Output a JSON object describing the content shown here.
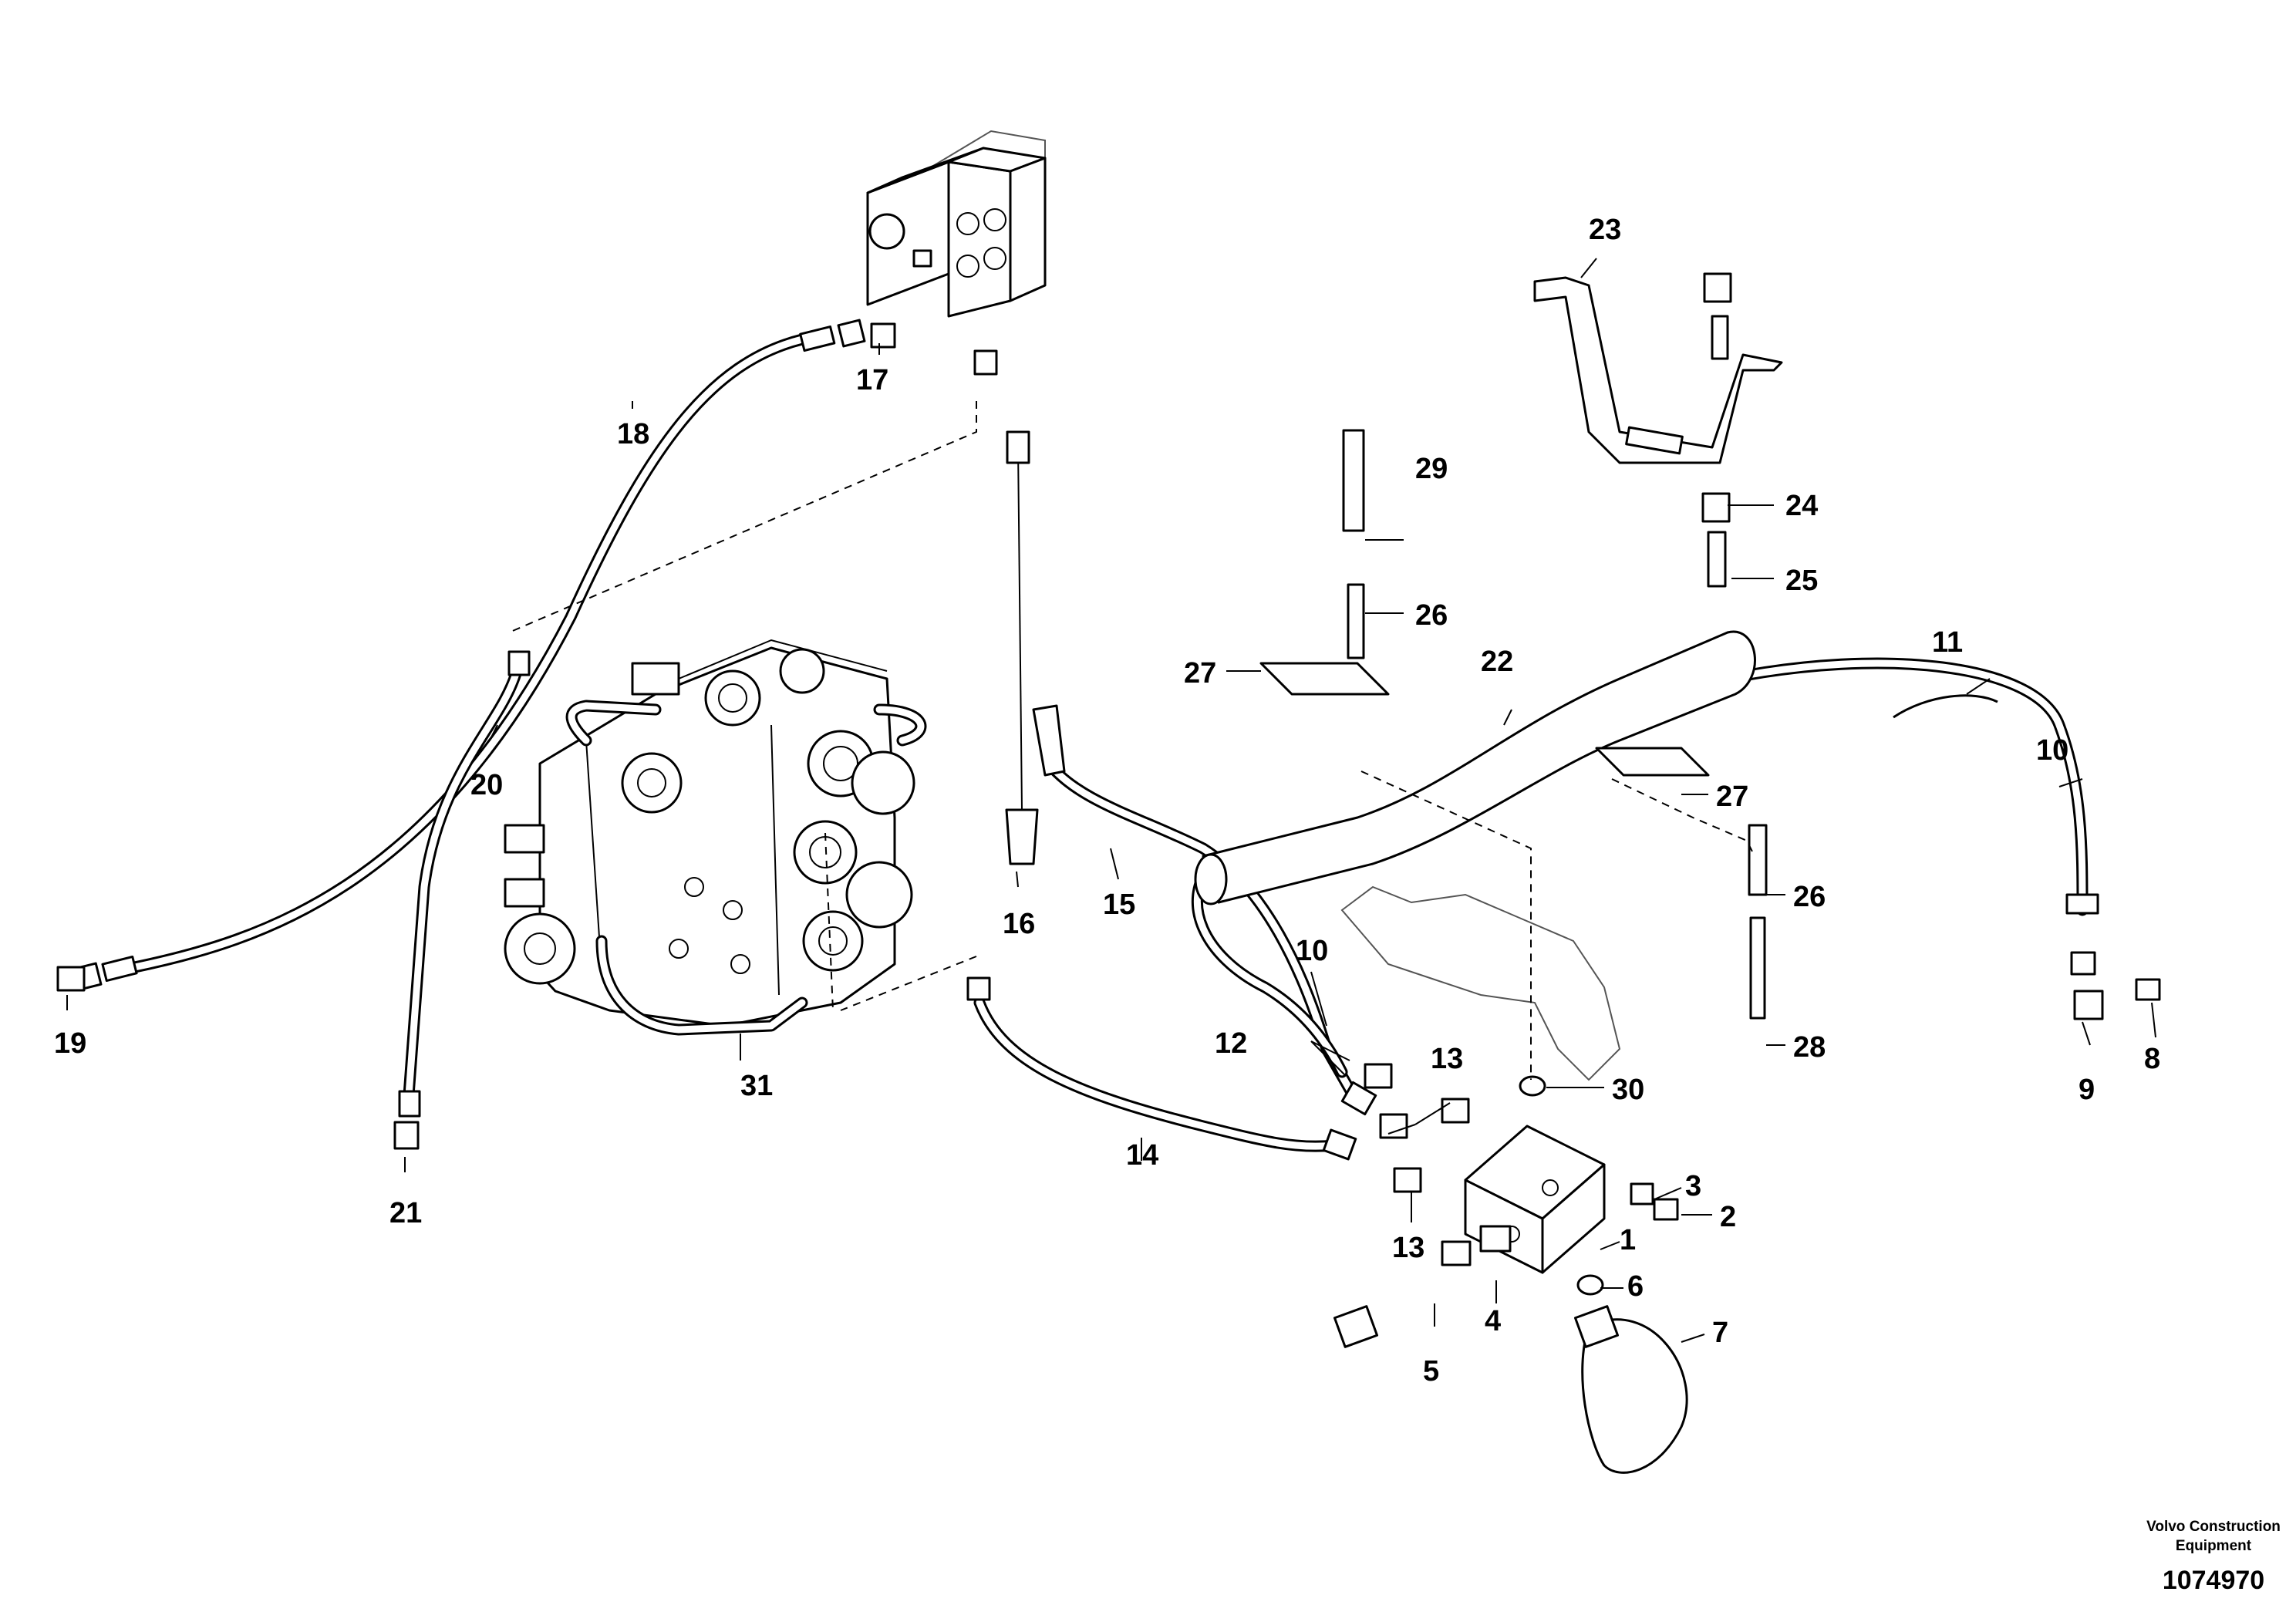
{
  "callouts": {
    "c1": "1",
    "c2": "2",
    "c3": "3",
    "c4": "4",
    "c5": "5",
    "c6": "6",
    "c7": "7",
    "c8": "8",
    "c9": "9",
    "c10a": "10",
    "c10b": "10",
    "c11": "11",
    "c12": "12",
    "c13a": "13",
    "c13b": "13",
    "c14": "14",
    "c15": "15",
    "c16": "16",
    "c17": "17",
    "c18": "18",
    "c19": "19",
    "c20": "20",
    "c21": "21",
    "c22": "22",
    "c23": "23",
    "c24": "24",
    "c25": "25",
    "c26a": "26",
    "c26b": "26",
    "c27a": "27",
    "c27b": "27",
    "c28": "28",
    "c29": "29",
    "c30": "30",
    "c31": "31"
  },
  "footer": {
    "credit_line1": "Volvo Construction",
    "credit_line2": "Equipment",
    "document_number": "1074970"
  }
}
